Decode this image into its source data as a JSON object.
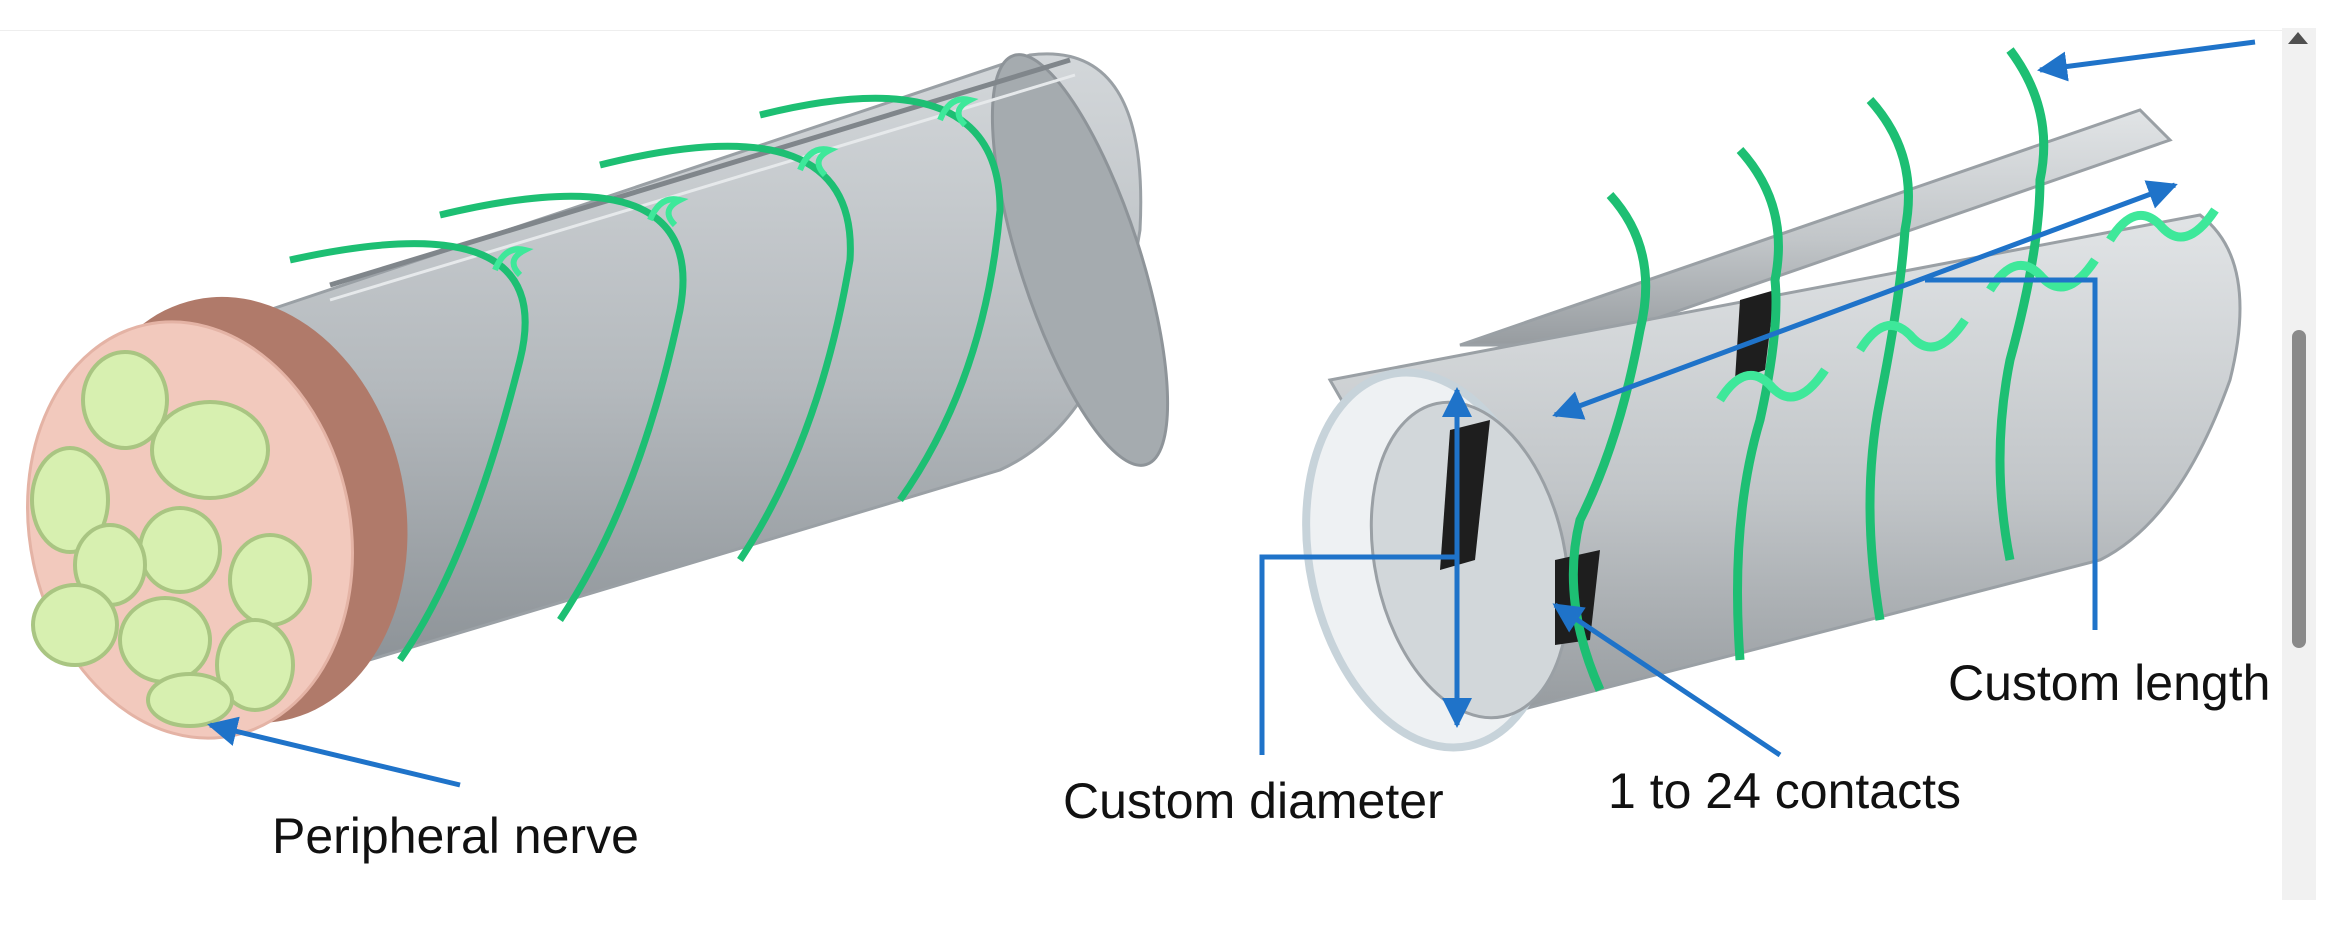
{
  "diagram": {
    "labels": {
      "peripheral_nerve": "Peripheral nerve",
      "custom_diameter": "Custom diameter",
      "contacts": "1 to 24 contacts",
      "custom_length": "Custom length"
    },
    "colors": {
      "cuff": "#b9bec2",
      "cuff_dark": "#8e9499",
      "helix": "#1dbf73",
      "helix_light": "#3ee89a",
      "nerve_sheath": "#b07a6a",
      "nerve_face": "#f2c9bd",
      "fascicle": "#d7f0b0",
      "annotation": "#1f73c9",
      "contact": "#1e1e1e"
    }
  }
}
